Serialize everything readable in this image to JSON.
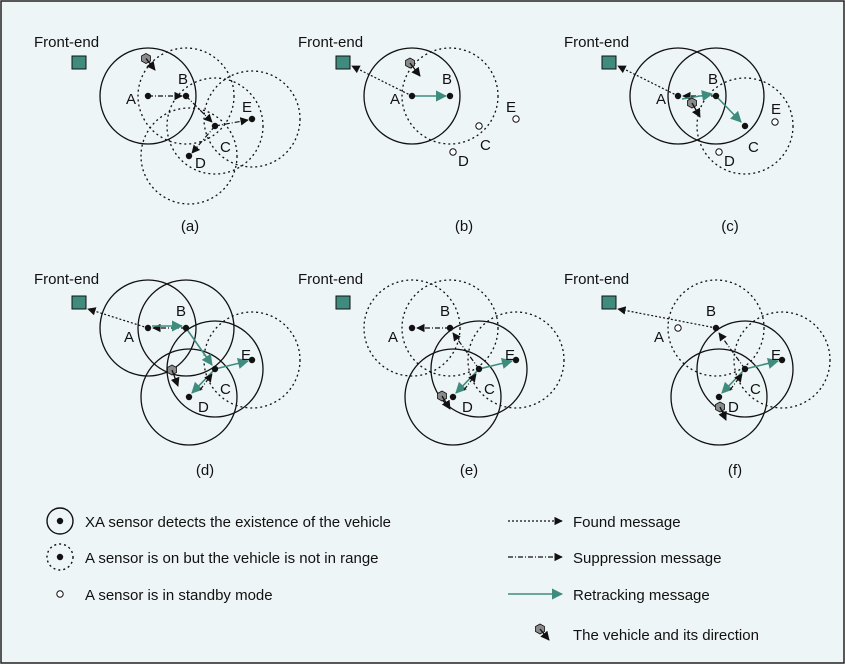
{
  "colors": {
    "background": "#eef5f6",
    "frame": "#222222",
    "front_end": "#3f8c7f",
    "retrack": "#3f8c7f",
    "vehicle": "#8a8a8a",
    "ink": "#111111"
  },
  "front_end_label": "Front-end",
  "panels": [
    {
      "caption": "(a)",
      "nodes": [
        {
          "label": "A",
          "state": "detecting",
          "circle": "solid"
        },
        {
          "label": "B",
          "state": "on",
          "circle": "dotted"
        },
        {
          "label": "C",
          "state": "on",
          "circle": "dotted"
        },
        {
          "label": "D",
          "state": "on",
          "circle": "dotted"
        },
        {
          "label": "E",
          "state": "on",
          "circle": "dotted"
        }
      ],
      "messages": [
        {
          "from": "A",
          "to": "B",
          "type": "suppression"
        },
        {
          "from": "B",
          "to": "C",
          "type": "suppression"
        },
        {
          "from": "C",
          "to": "E",
          "type": "suppression"
        },
        {
          "from": "C",
          "to": "D",
          "type": "suppression"
        }
      ]
    },
    {
      "caption": "(b)",
      "nodes": [
        {
          "label": "A",
          "state": "detecting",
          "circle": "solid"
        },
        {
          "label": "B",
          "state": "on",
          "circle": "dotted"
        },
        {
          "label": "C",
          "state": "standby",
          "circle": "none"
        },
        {
          "label": "D",
          "state": "standby",
          "circle": "none"
        },
        {
          "label": "E",
          "state": "standby",
          "circle": "none"
        }
      ],
      "messages": [
        {
          "from": "A",
          "to": "front-end",
          "type": "found"
        },
        {
          "from": "A",
          "to": "B",
          "type": "retracking"
        }
      ]
    },
    {
      "caption": "(c)",
      "nodes": [
        {
          "label": "A",
          "state": "detecting",
          "circle": "solid"
        },
        {
          "label": "B",
          "state": "detecting",
          "circle": "solid"
        },
        {
          "label": "C",
          "state": "on",
          "circle": "dotted"
        },
        {
          "label": "D",
          "state": "standby",
          "circle": "none"
        },
        {
          "label": "E",
          "state": "standby",
          "circle": "none"
        }
      ],
      "messages": [
        {
          "from": "A",
          "to": "front-end",
          "type": "found"
        },
        {
          "from": "B",
          "to": "A",
          "type": "suppression"
        },
        {
          "from": "A",
          "to": "B",
          "type": "retracking"
        },
        {
          "from": "B",
          "to": "C",
          "type": "retracking"
        }
      ]
    },
    {
      "caption": "(d)",
      "nodes": [
        {
          "label": "A",
          "state": "detecting",
          "circle": "solid"
        },
        {
          "label": "B",
          "state": "detecting",
          "circle": "solid"
        },
        {
          "label": "C",
          "state": "detecting",
          "circle": "solid"
        },
        {
          "label": "D",
          "state": "detecting",
          "circle": "solid"
        },
        {
          "label": "E",
          "state": "on",
          "circle": "dotted"
        }
      ],
      "messages": [
        {
          "from": "A",
          "to": "front-end",
          "type": "found"
        },
        {
          "from": "B",
          "to": "A",
          "type": "suppression"
        },
        {
          "from": "A",
          "to": "B",
          "type": "retracking"
        },
        {
          "from": "B",
          "to": "C",
          "type": "retracking"
        },
        {
          "from": "C",
          "to": "E",
          "type": "retracking"
        },
        {
          "from": "C",
          "to": "D",
          "type": "retracking"
        }
      ]
    },
    {
      "caption": "(e)",
      "nodes": [
        {
          "label": "A",
          "state": "on",
          "circle": "dotted"
        },
        {
          "label": "B",
          "state": "on",
          "circle": "dotted"
        },
        {
          "label": "C",
          "state": "detecting",
          "circle": "solid"
        },
        {
          "label": "D",
          "state": "detecting",
          "circle": "solid"
        },
        {
          "label": "E",
          "state": "on",
          "circle": "dotted"
        }
      ],
      "messages": [
        {
          "from": "B",
          "to": "A",
          "type": "suppression"
        },
        {
          "from": "C",
          "to": "B",
          "type": "suppression"
        },
        {
          "from": "C",
          "to": "E",
          "type": "retracking"
        },
        {
          "from": "C",
          "to": "D",
          "type": "retracking"
        },
        {
          "from": "D",
          "to": "C",
          "type": "suppression"
        }
      ]
    },
    {
      "caption": "(f)",
      "nodes": [
        {
          "label": "A",
          "state": "standby",
          "circle": "none"
        },
        {
          "label": "B",
          "state": "on",
          "circle": "dotted"
        },
        {
          "label": "C",
          "state": "detecting",
          "circle": "solid"
        },
        {
          "label": "D",
          "state": "detecting",
          "circle": "solid"
        },
        {
          "label": "E",
          "state": "on",
          "circle": "dotted"
        }
      ],
      "messages": [
        {
          "from": "B",
          "to": "front-end",
          "type": "found"
        },
        {
          "from": "C",
          "to": "B",
          "type": "suppression"
        },
        {
          "from": "C",
          "to": "E",
          "type": "retracking"
        },
        {
          "from": "C",
          "to": "D",
          "type": "retracking"
        },
        {
          "from": "D",
          "to": "C",
          "type": "suppression"
        }
      ]
    }
  ],
  "legend": {
    "detect": "XA sensor detects the existence of the vehicle",
    "on": "A sensor is on but the vehicle is not in range",
    "standby": "A sensor is in standby mode",
    "found": "Found message",
    "suppression": "Suppression message",
    "retracking": "Retracking message",
    "vehicle": "The vehicle and its direction"
  }
}
